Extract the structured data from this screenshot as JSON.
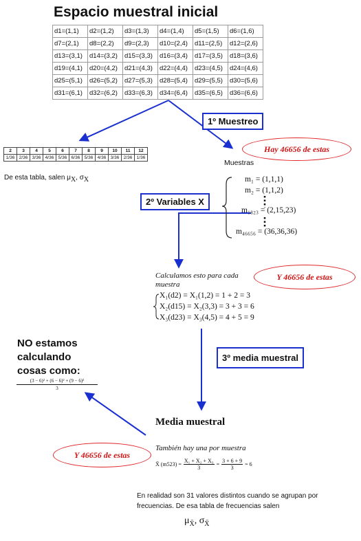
{
  "title": "Espacio muestral inicial",
  "sample_table": [
    [
      "d1=(1,1)",
      "d2=(1,2)",
      "d3=(1,3)",
      "d4=(1,4)",
      "d5=(1,5)",
      "d6=(1,6)"
    ],
    [
      "d7=(2,1)",
      "d8=(2,2)",
      "d9=(2,3)",
      "d10=(2,4)",
      "d11=(2,5)",
      "d12=(2,6)"
    ],
    [
      "d13=(3,1)",
      "d14=(3,2)",
      "d15=(3,3)",
      "d16=(3,4)",
      "d17=(3,5)",
      "d18=(3,6)"
    ],
    [
      "d19=(4,1)",
      "d20=(4,2)",
      "d21=(4,3)",
      "d22=(4,4)",
      "d23=(4,5)",
      "d24=(4,6)"
    ],
    [
      "d25=(5,1)",
      "d26=(5,2)",
      "d27=(5,3)",
      "d28=(5,4)",
      "d29=(5,5)",
      "d30=(5,6)"
    ],
    [
      "d31=(6,1)",
      "d32=(6,2)",
      "d33=(6,3)",
      "d34=(6,4)",
      "d35=(6,5)",
      "d36=(6,6)"
    ]
  ],
  "prob_table": {
    "values": [
      "2",
      "3",
      "4",
      "5",
      "6",
      "7",
      "8",
      "9",
      "10",
      "11",
      "12"
    ],
    "probs": [
      "1/36",
      "2/36",
      "3/36",
      "4/36",
      "5/36",
      "6/36",
      "5/36",
      "4/36",
      "3/36",
      "2/36",
      "1/36"
    ]
  },
  "labels": {
    "step1": "1º Muestreo",
    "step2": "2º Variables X",
    "step3": "3º media muestral"
  },
  "ovals": {
    "oval1": "Hay 46656 de estas",
    "oval2": "Y 46656 de estas",
    "oval3": "Y 46656 de estas"
  },
  "muestras": {
    "heading": "Muestras",
    "m1": "m₁ = (1,1,1)",
    "m2": "m₂ = (1,1,2)",
    "m1823": "m₁₈₂₃ = (2,15,23)",
    "mlast": "m₄₆₆₅₆ = (36,36,36)"
  },
  "left_text": "De esta tabla, salen μ",
  "left_mu_sub": "X",
  "left_sigma": ", σ",
  "left_sigma_sub": "X",
  "calc": {
    "line1": "Calculamos esto para cada",
    "line2": "muestra",
    "eq1": "X₁(d2) = X₁(1,2) = 1 + 2 = 3",
    "eq2": "X₂(d15) = X₂(3,3) = 3 + 3 = 6",
    "eq3": "X₃(d23) = X₃(4,5) = 4 + 5 = 9"
  },
  "no_calc": {
    "line1": "NO estamos",
    "line2": "calculando",
    "line3": "cosas como:",
    "numerator": "(3 − 6)² + (6 − 6)² + (9 − 6)²",
    "denominator": "3"
  },
  "media": {
    "heading": "Media muestral",
    "sub": "También hay una por muestra",
    "formula_left": "X̄ (m523) =",
    "formula_num1": "X₁ + X₂ + X₃",
    "formula_den1": "3",
    "formula_mid": "=",
    "formula_num2": "3 + 6 + 9",
    "formula_den2": "3",
    "formula_right": "= 6"
  },
  "bottom": {
    "line1": "En realidad son 31 valores distintos cuando se agrupan por",
    "line2": "frecuencias. De esa tabla de frecuencias salen",
    "stats": "μ",
    "stats_sub": "X̄",
    "stats_sep": ", σ",
    "stats_sub2": "X̄"
  },
  "colors": {
    "arrow": "#1a2fd0",
    "oval_border": "#e0262a",
    "oval_text": "#d01414"
  }
}
